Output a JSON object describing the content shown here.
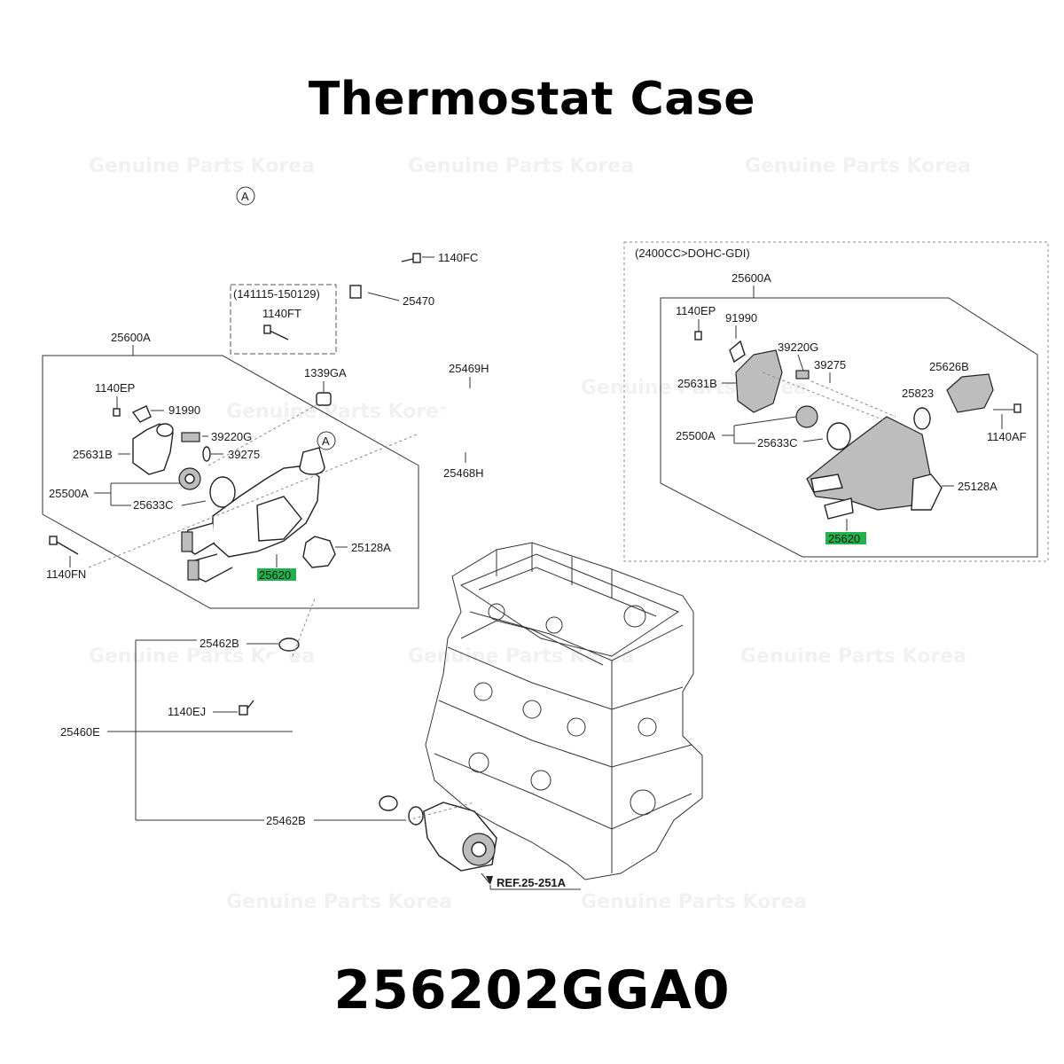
{
  "title": "Thermostat Case",
  "part_number": "256202GGA0",
  "watermark": "Genuine Parts Korea",
  "highlight_color": "#22b14c",
  "labels": {
    "ref_a_top": "A",
    "ref_a_case": "A",
    "date_range": "(141115-150129)",
    "l_1140FT": "1140FT",
    "l_1140FC": "1140FC",
    "l_25470": "25470",
    "l_25600A": "25600A",
    "l_1339GA": "1339GA",
    "l_25469H": "25469H",
    "l_1140EP": "1140EP",
    "l_91990": "91990",
    "l_39220G": "39220G",
    "l_25631B": "25631B",
    "l_39275": "39275",
    "l_25468H": "25468H",
    "l_25500A": "25500A",
    "l_25633C": "25633C",
    "l_25128A": "25128A",
    "l_1140FN": "1140FN",
    "l_25620": "25620",
    "l_25462B_top": "25462B",
    "l_1140EJ": "1140EJ",
    "l_25460E": "25460E",
    "l_25462B_bot": "25462B",
    "l_ref": "REF.25-251A"
  },
  "inset": {
    "title": "(2400CC>DOHC-GDI)",
    "l_25600A": "25600A",
    "l_1140EP": "1140EP",
    "l_91990": "91990",
    "l_39220G": "39220G",
    "l_39275": "39275",
    "l_25626B": "25626B",
    "l_25631B": "25631B",
    "l_25823": "25823",
    "l_25500A": "25500A",
    "l_25633C": "25633C",
    "l_1140AF": "1140AF",
    "l_25128A": "25128A",
    "l_25620": "25620"
  }
}
